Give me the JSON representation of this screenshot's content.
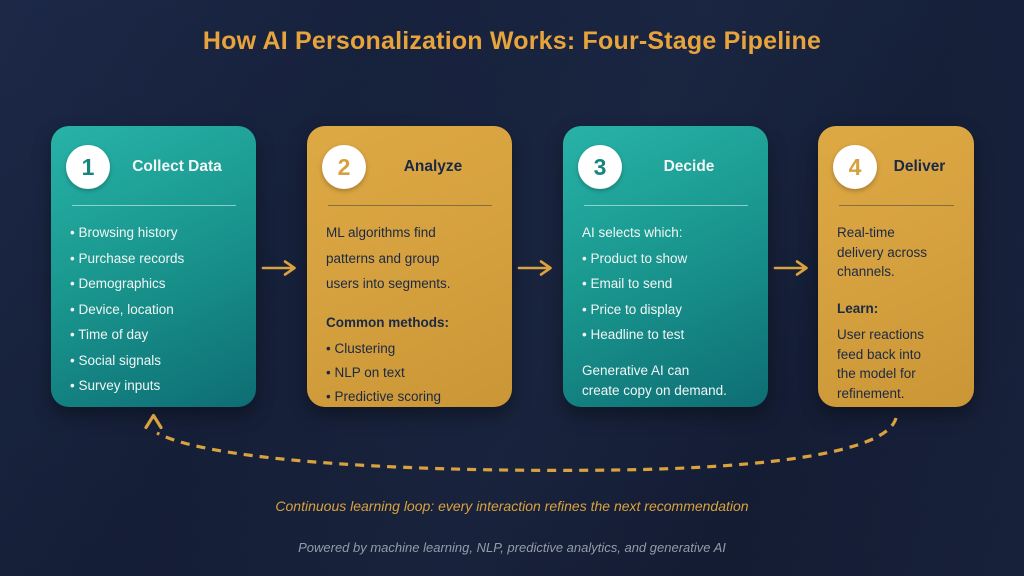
{
  "header": {
    "title": "How AI Personalization Works: Four-Stage Pipeline"
  },
  "stages": [
    {
      "number": "1",
      "name": "Collect Data",
      "items": [
        "• Browsing history",
        "• Purchase records",
        "• Demographics",
        "• Device, location",
        "• Time of day",
        "• Social signals",
        "• Survey inputs"
      ]
    },
    {
      "number": "2",
      "name": "Analyze",
      "description_lines": [
        "ML algorithms find",
        "patterns and group",
        "users into segments."
      ],
      "subheading": "Common methods:",
      "items": [
        "• Clustering",
        "• NLP on text",
        "• Predictive scoring"
      ]
    },
    {
      "number": "3",
      "name": "Decide",
      "intro": "AI selects which:",
      "items": [
        "• Product to show",
        "• Email to send",
        "• Price to display",
        "• Headline to test"
      ],
      "note_lines": [
        "Generative AI can",
        "create copy on demand."
      ]
    },
    {
      "number": "4",
      "name": "Deliver",
      "description_lines": [
        "Real-time",
        "delivery across",
        "channels."
      ],
      "subheading": "Learn:",
      "note_lines": [
        "User reactions",
        "feed back into",
        "the model for",
        "refinement."
      ]
    }
  ],
  "footer": {
    "loop_caption": "Continuous learning loop: every interaction refines the next recommendation",
    "powered_by": "Powered by machine learning, NLP, predictive analytics, and generative AI"
  },
  "colors": {
    "background": "#151f38",
    "accent_gold": "#d9a23f",
    "title_gold": "#e7a33c",
    "teal_top": "#28b3a8",
    "teal_bottom": "#0e6d74",
    "gold_top": "#dda944",
    "gold_bottom": "#cb9636",
    "text_on_teal": "#f2f6f6",
    "text_on_gold": "#1b2945",
    "muted_text": "#959ca9"
  }
}
